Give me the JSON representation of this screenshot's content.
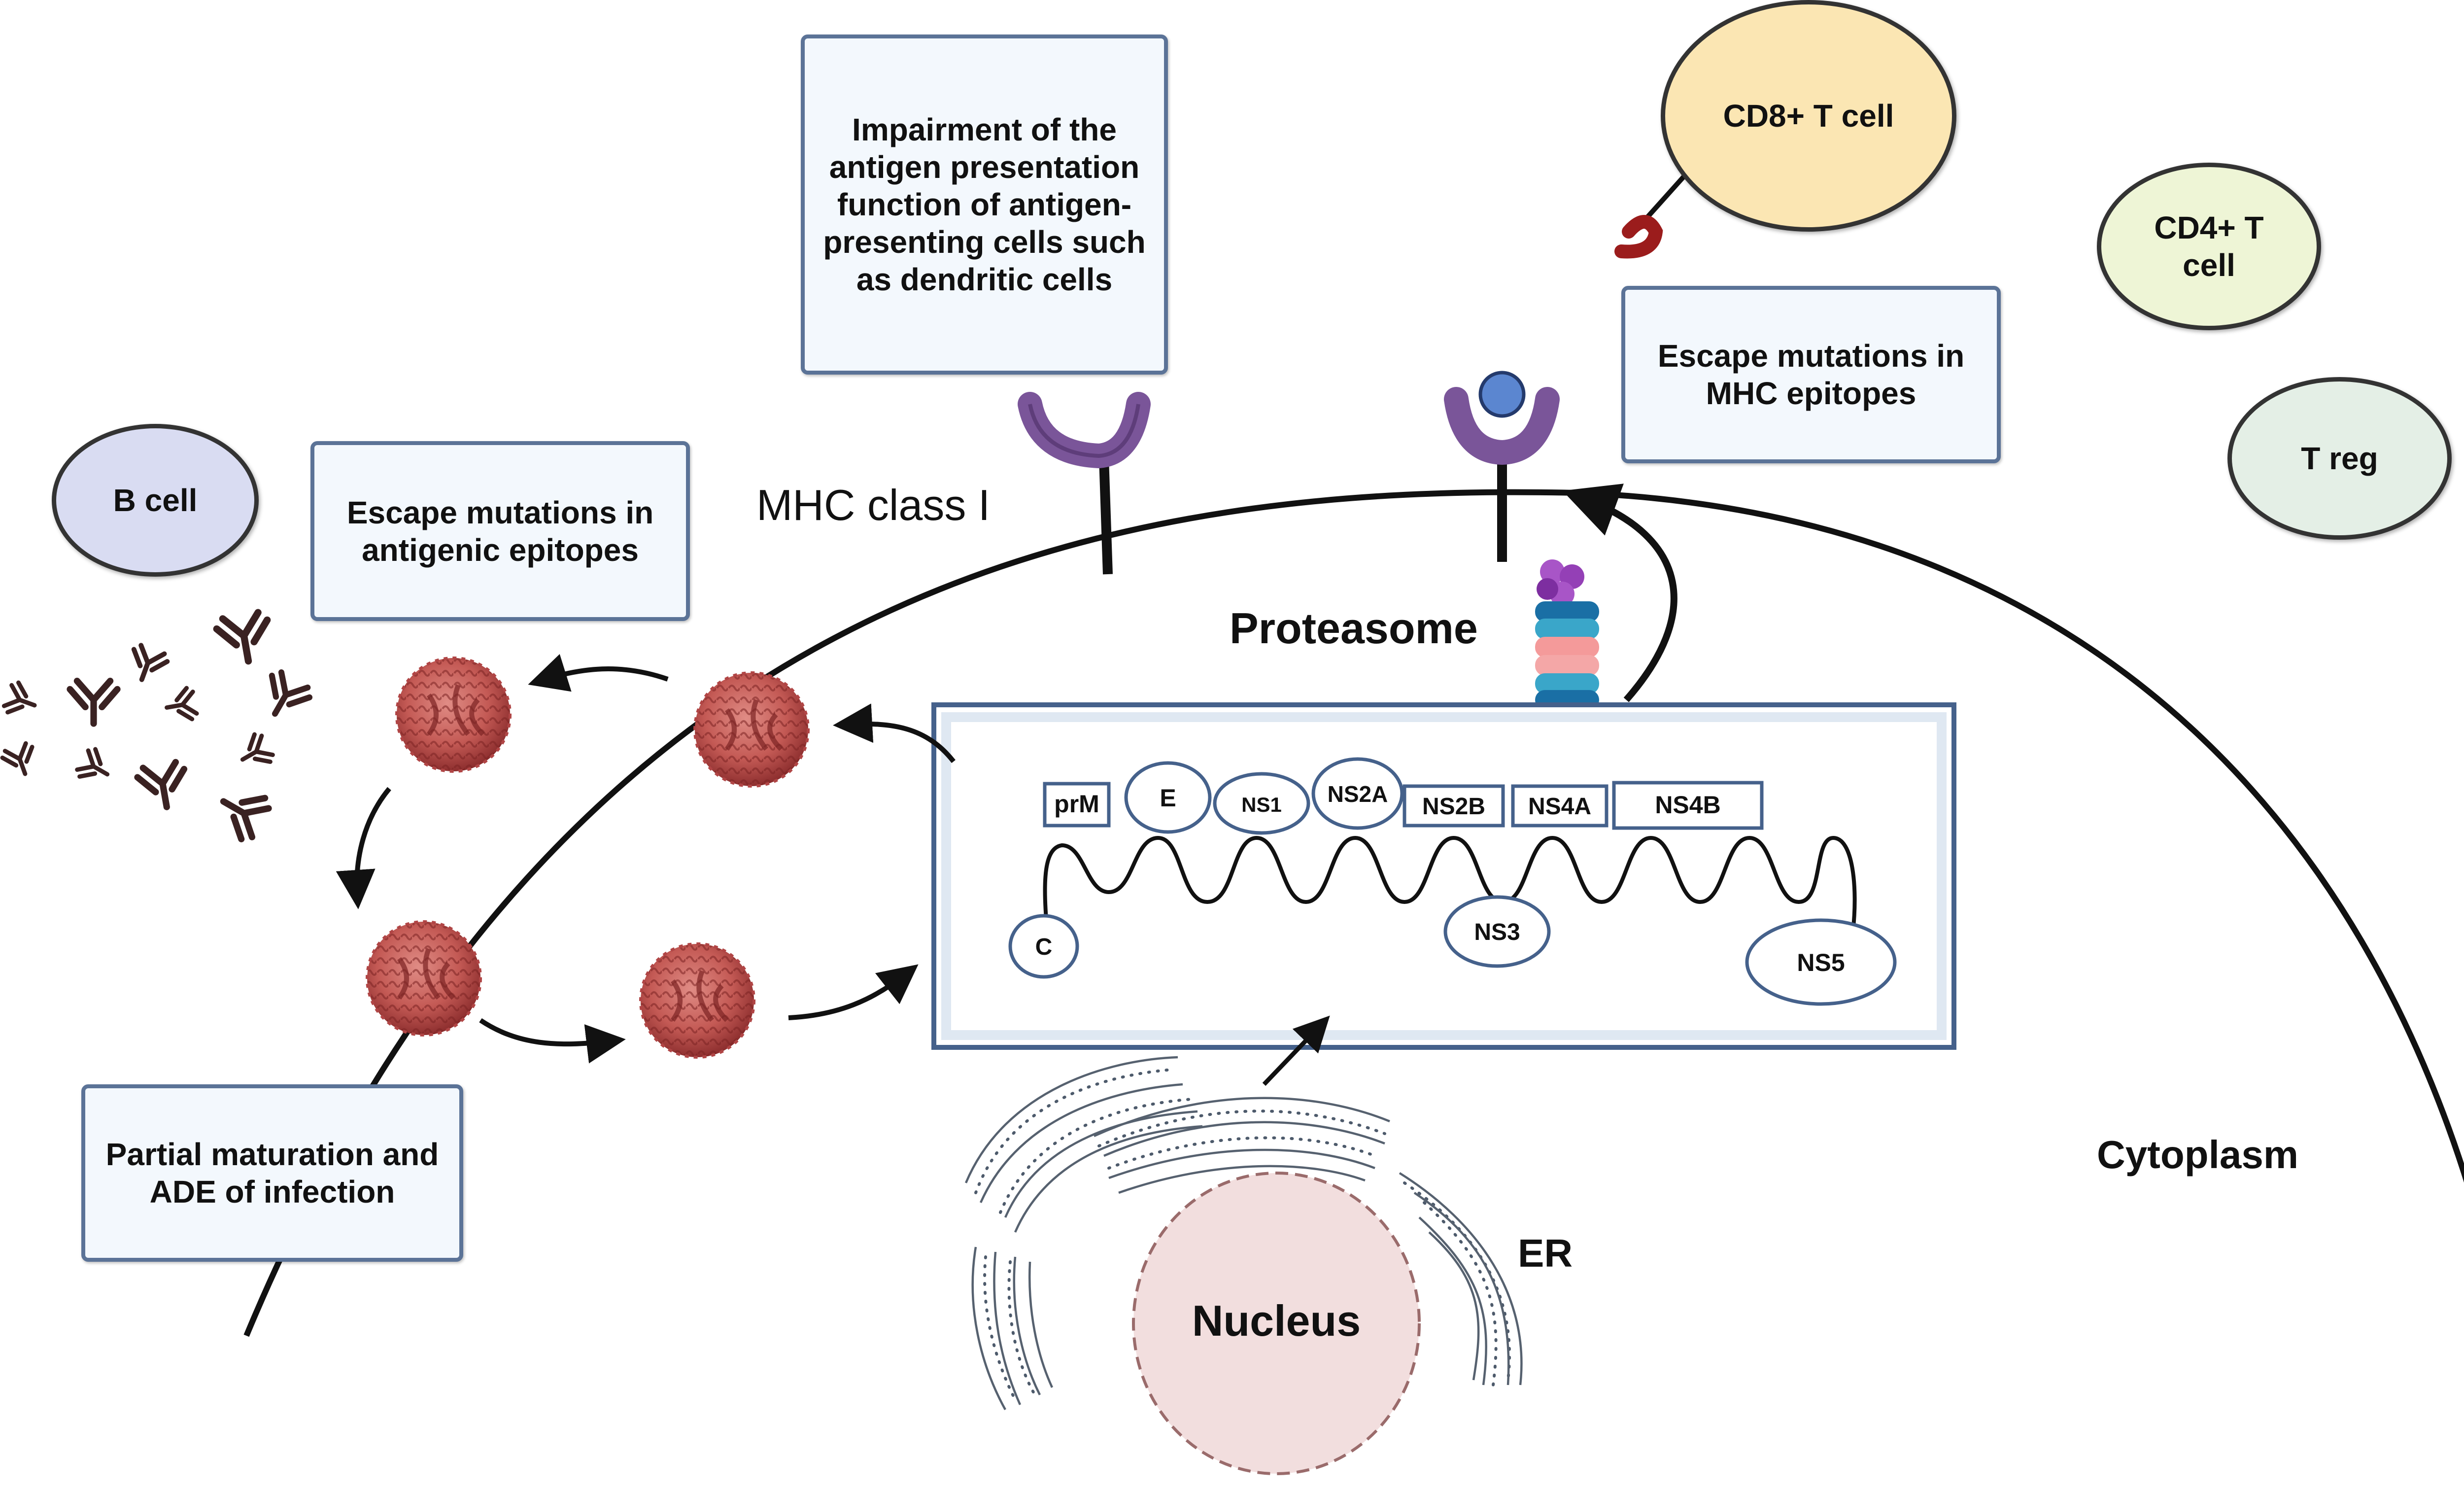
{
  "boxes": {
    "apc_impairment": "Impairment of the antigen presentation function of antigen-presenting cells such as dendritic cells",
    "mhc_escape": "Escape mutations in MHC epitopes",
    "antigenic_escape": "Escape mutations in antigenic epitopes",
    "ade": "Partial maturation and ADE of infection"
  },
  "cells": {
    "b_cell": "B cell",
    "cd8": "CD8+ T cell",
    "cd4": "CD4+ T cell",
    "treg": "T reg"
  },
  "labels": {
    "mhc": "MHC class I",
    "proteasome": "Proteasome",
    "cytoplasm": "Cytoplasm",
    "er": "ER",
    "nucleus": "Nucleus"
  },
  "proteins": {
    "prm": "prM",
    "e": "E",
    "ns1": "NS1",
    "ns2a": "NS2A",
    "ns2b": "NS2B",
    "ns4a": "NS4A",
    "ns4b": "NS4B",
    "c": "C",
    "ns3": "NS3",
    "ns5": "NS5"
  },
  "colors": {
    "box_fill": "#f3f8fd",
    "box_border": "#5b7397",
    "b_cell_fill": "#d9dcf2",
    "cd8_fill": "#fbe6b3",
    "cd4_fill": "#eef5d6",
    "treg_fill": "#e4efe6",
    "nucleus_fill": "#f2dede",
    "virion": "#b94a4a",
    "mhc_receptor": "#7a5599",
    "cd8_receptor": "#9b1c1c"
  }
}
